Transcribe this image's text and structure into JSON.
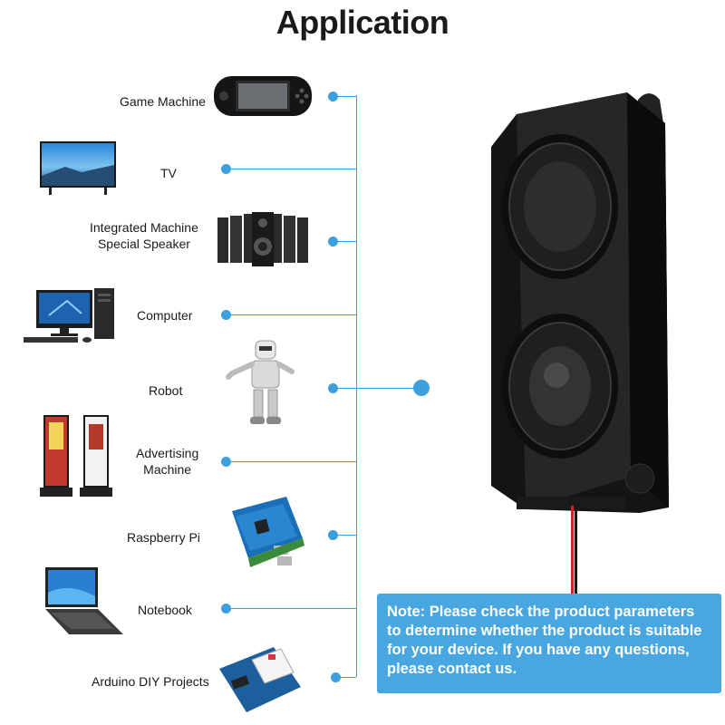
{
  "title": "Application",
  "items": [
    {
      "label": "Game Machine",
      "icon": "game-console-icon"
    },
    {
      "label": "TV",
      "icon": "tv-icon"
    },
    {
      "label": "Integrated Machine\nSpecial Speaker",
      "icon": "speaker-array-icon"
    },
    {
      "label": "Computer",
      "icon": "desktop-computer-icon"
    },
    {
      "label": "Robot",
      "icon": "robot-icon"
    },
    {
      "label": "Advertising\nMachine",
      "icon": "advertising-kiosk-icon"
    },
    {
      "label": "Raspberry Pi",
      "icon": "circuit-board-icon"
    },
    {
      "label": "Notebook",
      "icon": "laptop-icon"
    },
    {
      "label": "Arduino DIY Projects",
      "icon": "arduino-board-icon"
    }
  ],
  "note": "Note: Please check the product parameters to determine whether the product is suitable for your device. If you have any questions, please contact us.",
  "colors": {
    "accent": "#3d9fdc",
    "note_bg": "#48a6e0",
    "speaker": "#1c1c1c",
    "wire": "#d32020"
  }
}
